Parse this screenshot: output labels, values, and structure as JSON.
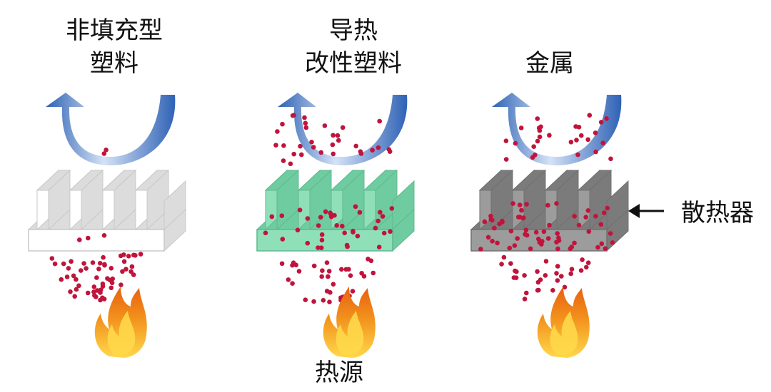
{
  "panels": [
    {
      "title_line1": "非填充型",
      "title_line2": "塑料",
      "material": "non-filled-plastic"
    },
    {
      "title_line1": "导热",
      "title_line2": "改性塑料",
      "material": "thermally-conductive-plastic"
    },
    {
      "title_line1": "金属",
      "title_line2": "",
      "material": "metal"
    }
  ],
  "labels": {
    "heatsink": "散热器",
    "heat_source": "热源"
  },
  "colors": {
    "particle": "#c0143c",
    "arrow_dark": "#2f62b5",
    "arrow_light": "#d4e2f6",
    "plastic_face": "#ffffff",
    "plastic_side": "#dcdcdc",
    "conductive_face": "#8fe0b9",
    "conductive_side": "#6fcca1",
    "metal_face": "#9c9c9c",
    "metal_side": "#7b7b7b",
    "flame_outer": "#f08a1a",
    "flame_inner": "#ffd84a"
  }
}
